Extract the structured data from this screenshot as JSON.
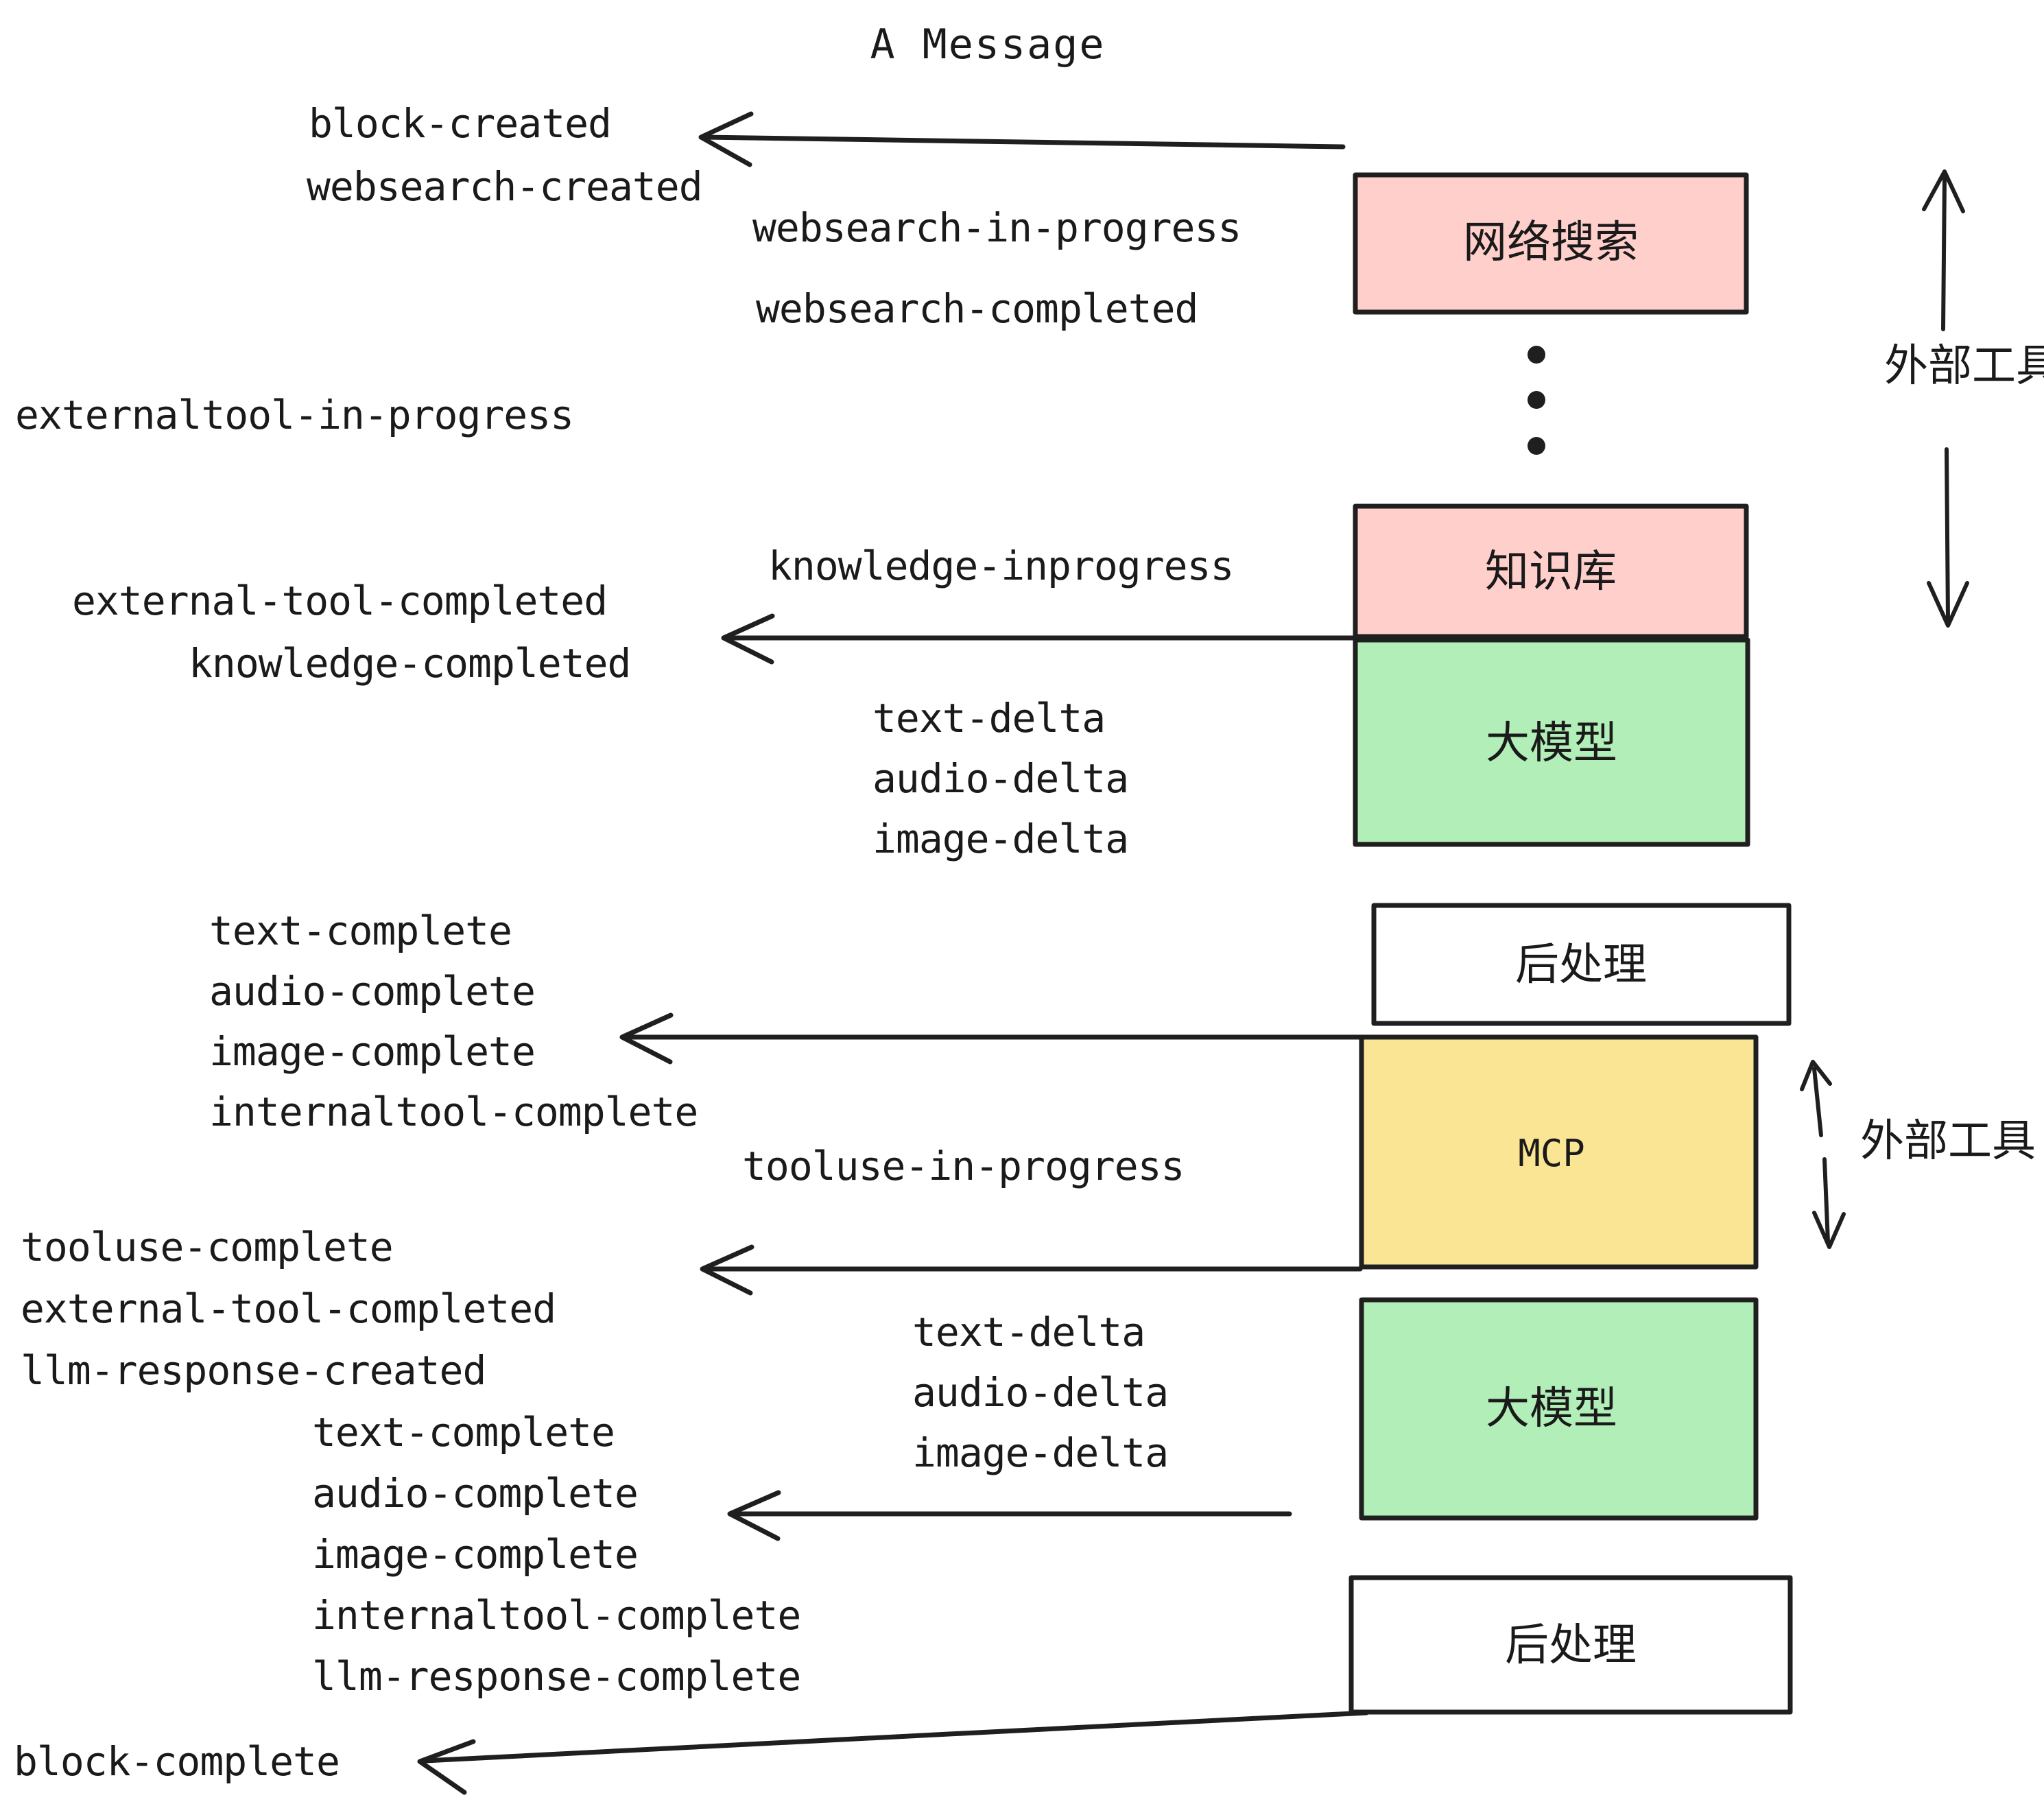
{
  "title": "A Message",
  "colors": {
    "pink": "#ffcfcb",
    "green": "#b2eeb8",
    "yellow": "#fae595",
    "white": "#ffffff",
    "stroke": "#1f1f1f",
    "text": "#1a1a1a"
  },
  "boxes": [
    {
      "id": "websearch",
      "label": "网络搜索",
      "fill": "pink"
    },
    {
      "id": "knowledge",
      "label": "知识库",
      "fill": "pink"
    },
    {
      "id": "llm-1",
      "label": "大模型",
      "fill": "green"
    },
    {
      "id": "postprocess-1",
      "label": "后处理",
      "fill": "white"
    },
    {
      "id": "mcp",
      "label": "MCP",
      "fill": "yellow"
    },
    {
      "id": "llm-2",
      "label": "大模型",
      "fill": "green"
    },
    {
      "id": "postprocess-2",
      "label": "后处理",
      "fill": "white"
    }
  ],
  "side_labels": [
    {
      "id": "external-tools-top",
      "label": "外部工具"
    },
    {
      "id": "external-tools-bottom",
      "label": "外部工具"
    }
  ],
  "events": {
    "block_created": "block-created",
    "websearch_created": "websearch-created",
    "websearch_in_progress": "websearch-in-progress",
    "websearch_completed": "websearch-completed",
    "externaltool_in_progress": "externaltool-in-progress",
    "knowledge_inprogress": "knowledge-inprogress",
    "external_tool_completed_1": "external-tool-completed",
    "knowledge_completed": "knowledge-completed",
    "text_delta_1": "text-delta",
    "audio_delta_1": "audio-delta",
    "image_delta_1": "image-delta",
    "text_complete_1": "text-complete",
    "audio_complete_1": "audio-complete",
    "image_complete_1": "image-complete",
    "internaltool_complete_1": "internaltool-complete",
    "tooluse_in_progress": "tooluse-in-progress",
    "tooluse_complete": "tooluse-complete",
    "external_tool_completed_2": "external-tool-completed",
    "llm_response_created": "llm-response-created",
    "text_delta_2": "text-delta",
    "audio_delta_2": "audio-delta",
    "image_delta_2": "image-delta",
    "text_complete_2": "text-complete",
    "audio_complete_2": "audio-complete",
    "image_complete_2": "image-complete",
    "internaltool_complete_2": "internaltool-complete",
    "llm_response_complete": "llm-response-complete",
    "block_complete": "block-complete"
  }
}
